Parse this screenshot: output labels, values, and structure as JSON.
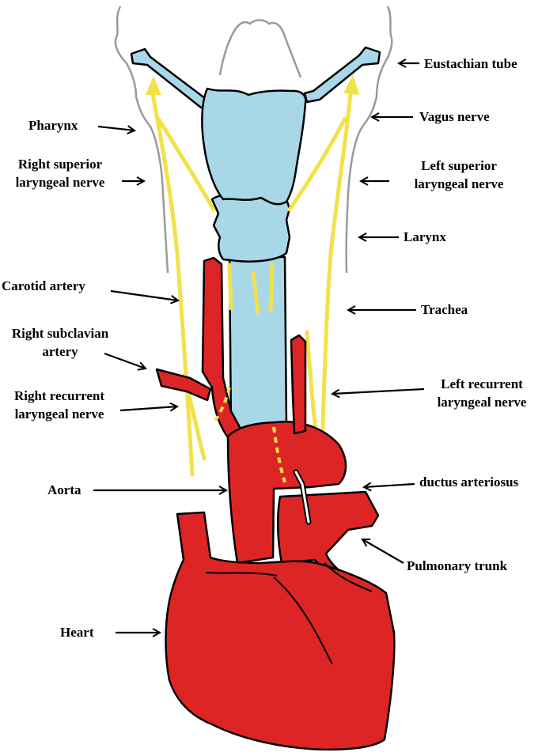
{
  "colors": {
    "artery_red": "#dd2525",
    "airway_blue": "#a8d8e8",
    "nerve_yellow": "#f2e24a",
    "outline_gray": "#9a9a9a",
    "outline_black": "#000000"
  },
  "labels": {
    "eustachian_tube": "Eustachian tube",
    "vagus_nerve": "Vagus nerve",
    "pharynx": "Pharynx",
    "right_superior_laryngeal_nerve": [
      "Right superior",
      "laryngeal nerve"
    ],
    "left_superior_laryngeal_nerve": [
      "Left superior",
      "laryngeal nerve"
    ],
    "larynx": "Larynx",
    "carotid_artery": "Carotid artery",
    "trachea": "Trachea",
    "right_subclavian_artery": [
      "Right subclavian",
      "artery"
    ],
    "right_recurrent_laryngeal_nerve": [
      "Right recurrent",
      "laryngeal nerve"
    ],
    "left_recurrent_laryngeal_nerve": [
      "Left recurrent",
      "laryngeal nerve"
    ],
    "aorta": "Aorta",
    "ductus_arteriosus": "ductus arteriosus",
    "pulmonary_trunk": "Pulmonary trunk",
    "heart": "Heart"
  }
}
